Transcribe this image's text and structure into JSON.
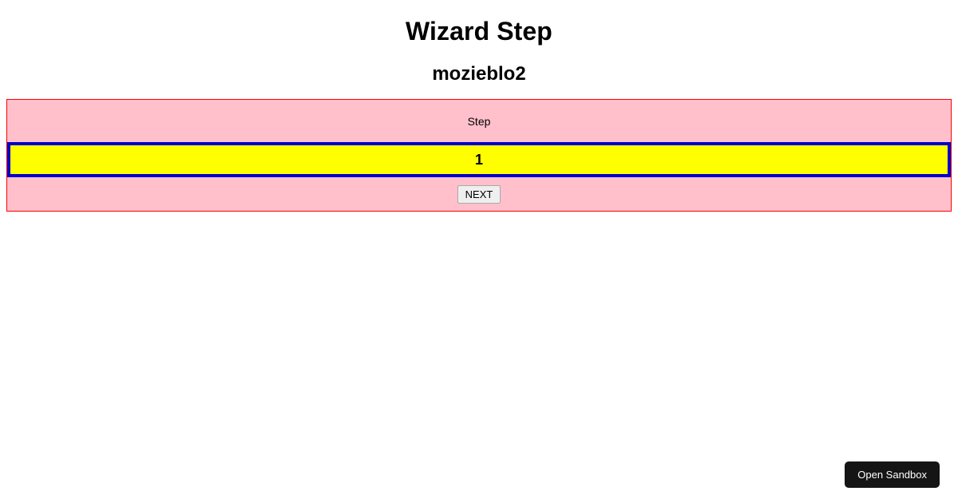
{
  "page": {
    "title": "Wizard Step",
    "subtitle": "mozieblo2"
  },
  "wizard": {
    "step_label": "Step",
    "step_value": "1",
    "next_label": "NEXT",
    "colors": {
      "panel_background": "#ffc0cb",
      "panel_border": "#ff0000",
      "value_background": "#ffff00",
      "value_border": "#0000cd",
      "button_background": "#efefef",
      "button_border": "#a9a9a9"
    }
  },
  "overlay": {
    "open_sandbox_label": "Open Sandbox",
    "open_sandbox_background": "#151515",
    "open_sandbox_color": "#ffffff"
  }
}
